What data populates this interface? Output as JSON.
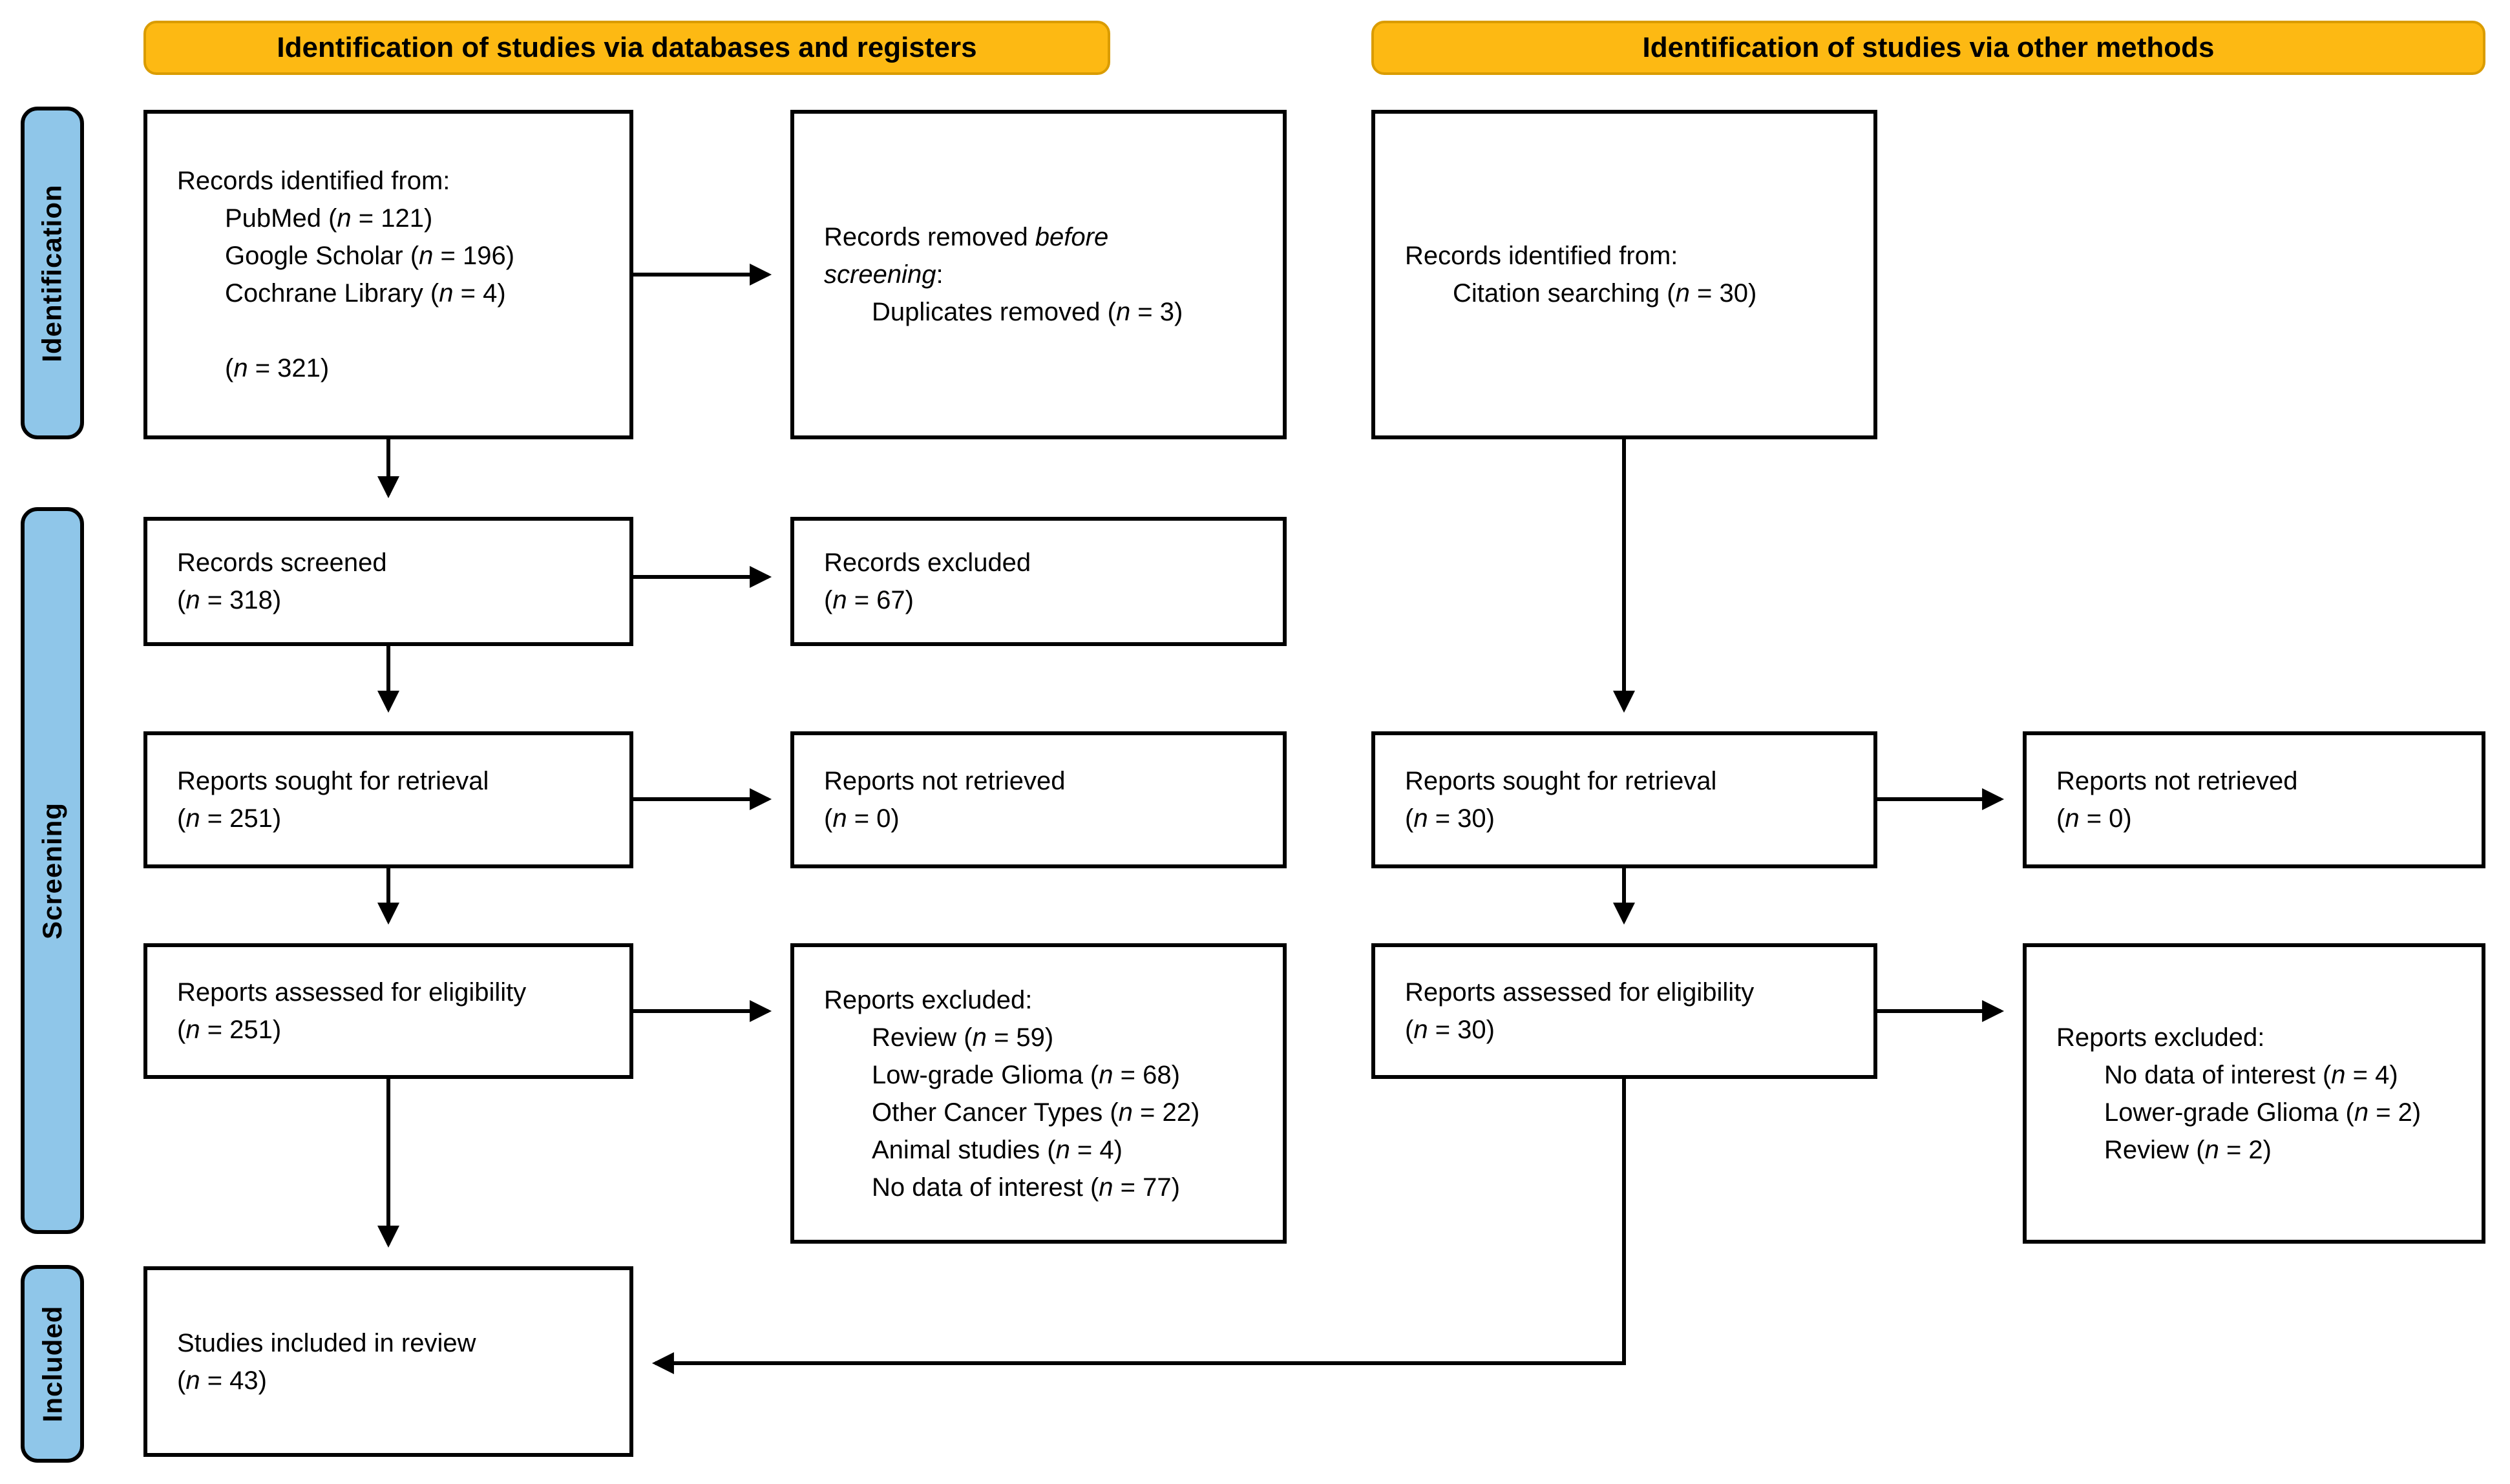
{
  "headers": {
    "databases": "Identification of studies via databases and registers",
    "other": "Identification of studies via other methods"
  },
  "sidebar": {
    "identification": "Identification",
    "screening": "Screening",
    "included": "Included"
  },
  "colors": {
    "header_fill": "#FDB913",
    "header_border": "#DA9C00",
    "sidebar_fill": "#8FC6E9",
    "line_color": "#000000"
  },
  "boxes": {
    "records_identified_db": {
      "lines": [
        {
          "t": "Records identified from:"
        },
        {
          "t": "PubMed (*n* = 121)",
          "indent": 1
        },
        {
          "t": "Google Scholar (*n* = 196)",
          "indent": 1
        },
        {
          "t": "Cochrane Library (*n* = 4)",
          "indent": 1
        },
        {
          "t": ""
        },
        {
          "t": "(*n* = 321)",
          "indent": 1
        }
      ]
    },
    "records_removed": {
      "lines": [
        {
          "t": "Records removed *before*"
        },
        {
          "t": "*screening*:"
        },
        {
          "t": "Duplicates removed (*n* = 3)",
          "indent": 1
        }
      ]
    },
    "records_identified_other": {
      "lines": [
        {
          "t": "Records identified from:"
        },
        {
          "t": "Citation searching (*n* = 30)",
          "indent": 1
        }
      ]
    },
    "records_screened": {
      "lines": [
        {
          "t": "Records screened"
        },
        {
          "t": "(*n* = 318)"
        }
      ]
    },
    "records_excluded": {
      "lines": [
        {
          "t": "Records excluded"
        },
        {
          "t": "(*n* = 67)"
        }
      ]
    },
    "reports_sought_db": {
      "lines": [
        {
          "t": "Reports sought for retrieval"
        },
        {
          "t": "(*n* = 251)"
        }
      ]
    },
    "reports_not_retrieved_db": {
      "lines": [
        {
          "t": "Reports not retrieved"
        },
        {
          "t": "(*n* = 0)"
        }
      ]
    },
    "reports_sought_other": {
      "lines": [
        {
          "t": "Reports sought for retrieval"
        },
        {
          "t": "(*n* = 30)"
        }
      ]
    },
    "reports_not_retrieved_other": {
      "lines": [
        {
          "t": "Reports not retrieved"
        },
        {
          "t": "(*n* = 0)"
        }
      ]
    },
    "reports_assessed_db": {
      "lines": [
        {
          "t": "Reports assessed for eligibility"
        },
        {
          "t": "(*n* = 251)"
        }
      ]
    },
    "reports_excluded_db": {
      "lines": [
        {
          "t": "Reports excluded:"
        },
        {
          "t": "Review (*n* = 59)",
          "indent": 1
        },
        {
          "t": "Low-grade Glioma (*n* = 68)",
          "indent": 1
        },
        {
          "t": "Other Cancer Types (*n* = 22)",
          "indent": 1
        },
        {
          "t": "Animal studies (*n* = 4)",
          "indent": 1
        },
        {
          "t": "No data of interest (*n* = 77)",
          "indent": 1
        }
      ]
    },
    "reports_assessed_other": {
      "lines": [
        {
          "t": "Reports assessed for eligibility"
        },
        {
          "t": "(*n* = 30)"
        }
      ]
    },
    "reports_excluded_other": {
      "lines": [
        {
          "t": "Reports excluded:"
        },
        {
          "t": "No data of interest (*n* = 4)",
          "indent": 1
        },
        {
          "t": "Lower-grade Glioma (*n* = 2)",
          "indent": 1
        },
        {
          "t": "Review (*n* = 2)",
          "indent": 1
        }
      ]
    },
    "studies_included": {
      "lines": [
        {
          "t": "Studies included in review"
        },
        {
          "t": "(*n* = 43)"
        }
      ]
    }
  }
}
